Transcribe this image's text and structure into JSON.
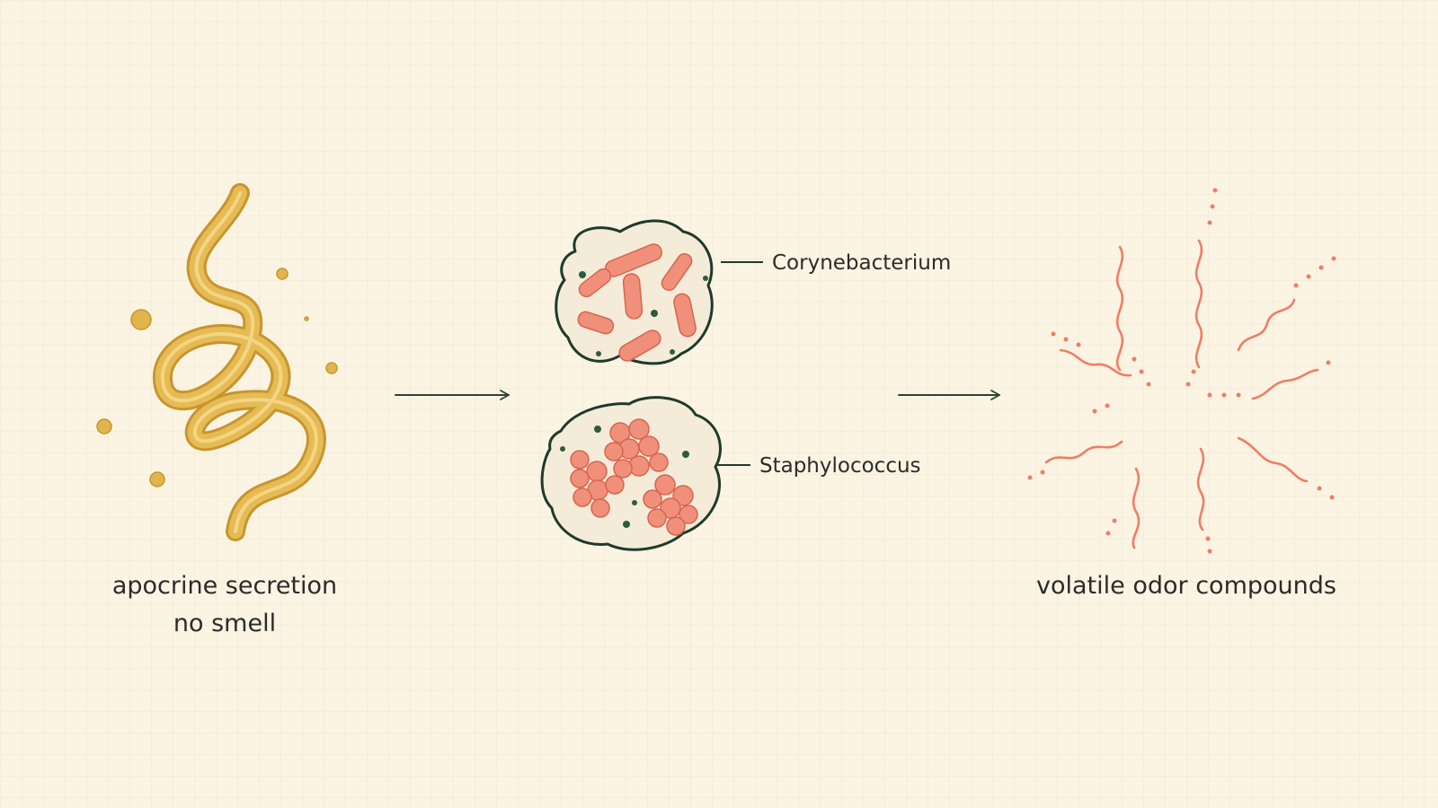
{
  "stages": {
    "secretion": {
      "line1": "apocrine secretion",
      "line2": "no smell"
    },
    "bacteria": {
      "label_top": "Corynebacterium",
      "label_bottom": "Staphylococcus"
    },
    "odor": {
      "label": "volatile odor compounds"
    }
  },
  "colors": {
    "background": "#fbf4e3",
    "secretion": "#e2b54c",
    "bacteria": "#f0907a",
    "colony_outline": "#1f3a2a",
    "arrow": "#2a4434",
    "odor": "#f07d66"
  },
  "icons": [
    "secretion-strand-icon",
    "rod-bacteria-icon",
    "cocci-cluster-icon",
    "odor-wave-icon",
    "arrow-right-icon"
  ]
}
